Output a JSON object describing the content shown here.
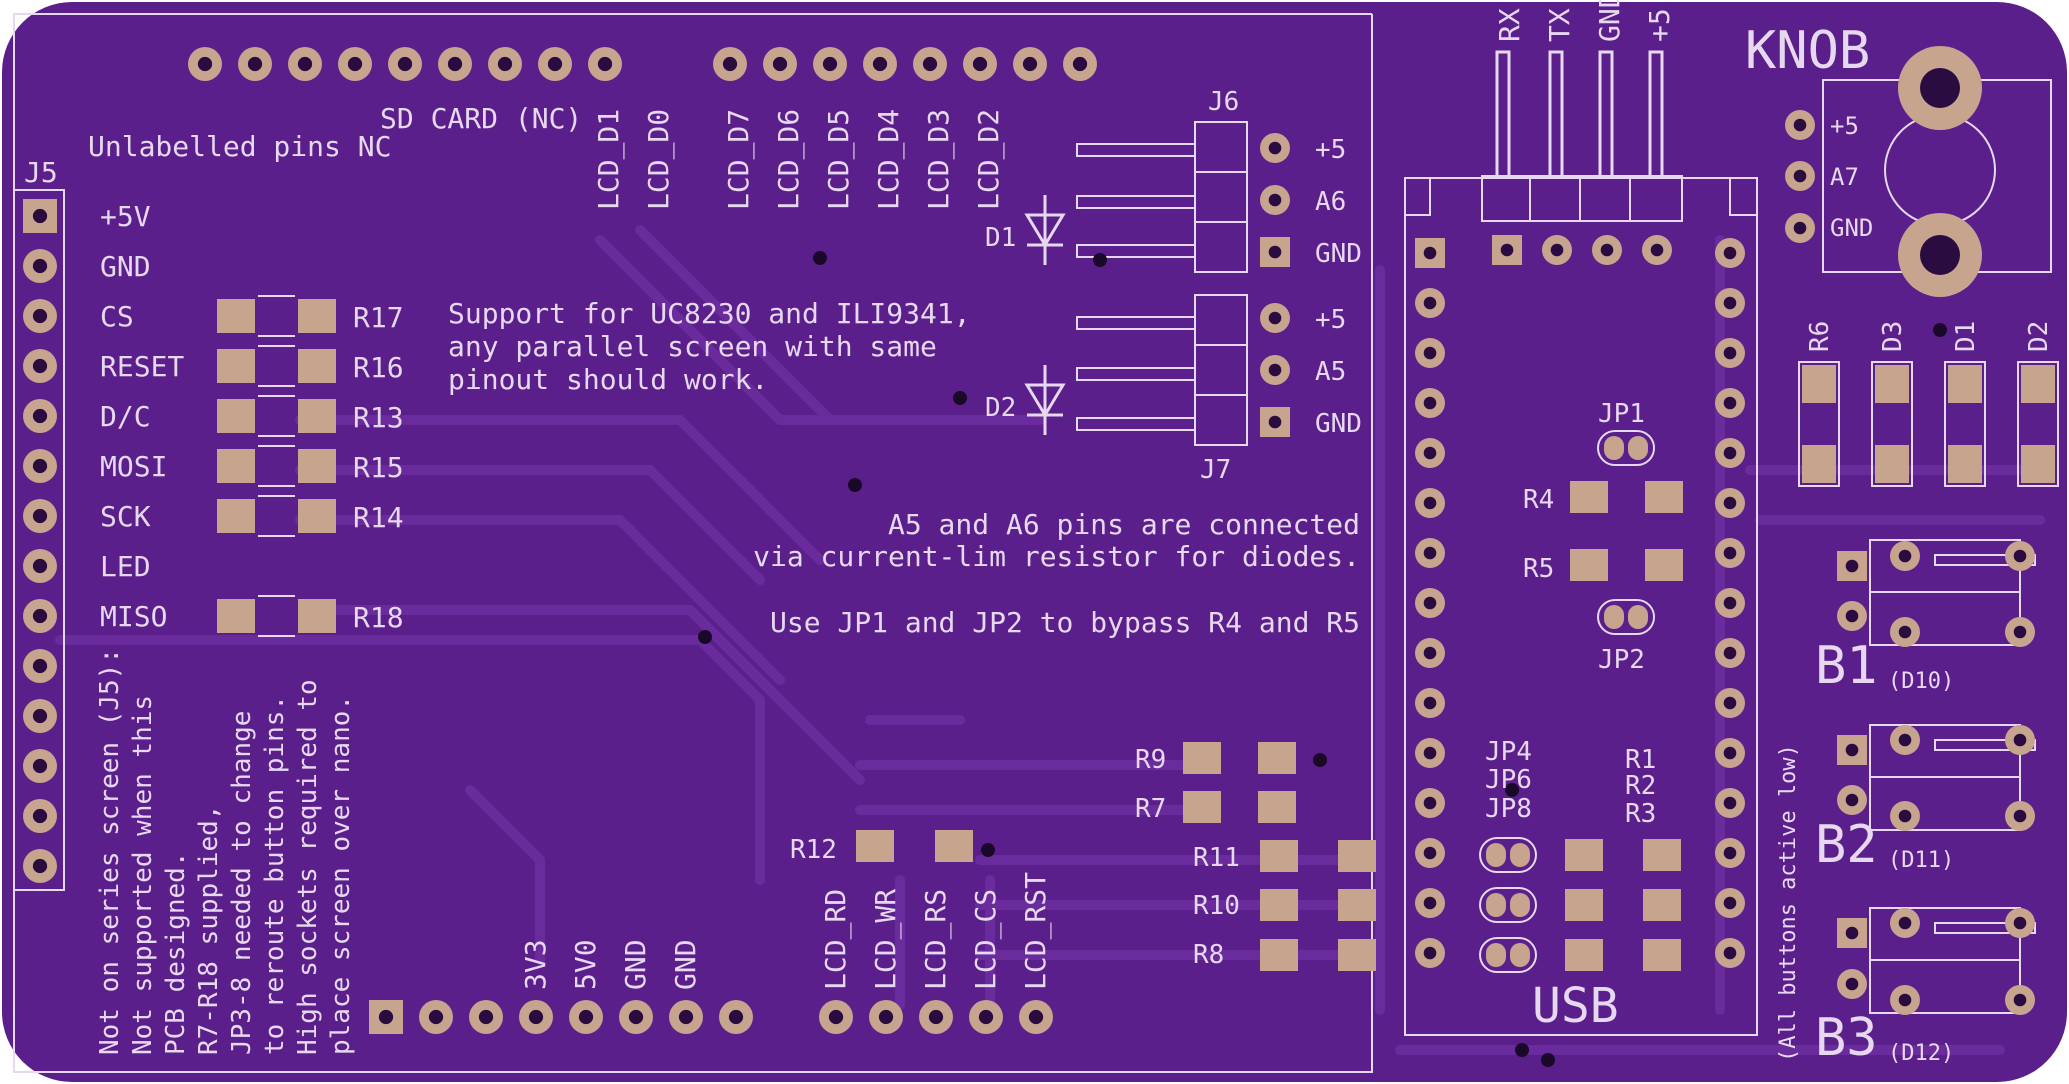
{
  "colors": {
    "board": "#5b1f8c",
    "board_light": "#6a2a9e",
    "trace": "#6a2c9c",
    "silk": "#e6d8ee",
    "pad": "#c7a48e",
    "hole": "#2a0c40"
  },
  "top_header": {
    "left_labels": [
      "LCD_D1",
      "LCD_D0"
    ],
    "right_labels": [
      "LCD_D7",
      "LCD_D6",
      "LCD_D5",
      "LCD_D4",
      "LCD_D3",
      "LCD_D2"
    ],
    "sd_card": "SD CARD (NC)",
    "note": "Unlabelled pins NC"
  },
  "j5": {
    "ref": "J5",
    "labels": [
      "+5V",
      "GND",
      "CS",
      "RESET",
      "D/C",
      "MOSI",
      "SCK",
      "LED",
      "MISO"
    ]
  },
  "resistors_left": [
    "R17",
    "R16",
    "R13",
    "R15",
    "R14",
    "R18"
  ],
  "support_text": [
    "Support for UC8230 and ILI9341,",
    "any parallel screen with same",
    "pinout should work."
  ],
  "diode_notes": [
    "A5 and A6 pins are connected",
    "via current-lim resistor for diodes."
  ],
  "bypass_note": "Use JP1 and JP2 to bypass R4 and R5",
  "j6": {
    "ref": "J6",
    "diode": "D1",
    "pins": [
      "+5",
      "A6",
      "GND"
    ]
  },
  "j7": {
    "ref": "J7",
    "diode": "D2",
    "pins": [
      "+5",
      "A5",
      "GND"
    ]
  },
  "serial": [
    "RX",
    "TX",
    "GND",
    "+5"
  ],
  "knob": {
    "title": "KNOB",
    "pins": [
      "+5",
      "A7",
      "GND"
    ]
  },
  "leds_right": [
    "R6",
    "D3",
    "D1",
    "D2"
  ],
  "jumpers": {
    "jp1": "JP1",
    "jp2": "JP2",
    "r4": "R4",
    "r5": "R5"
  },
  "jp_group": [
    "JP4",
    "JP6",
    "JP8"
  ],
  "r_group": [
    "R1",
    "R2",
    "R3"
  ],
  "resistors_mid": {
    "r9": "R9",
    "r7": "R7",
    "r11": "R11",
    "r10": "R10",
    "r8": "R8",
    "r12": "R12"
  },
  "usb": "USB",
  "bottom_power": [
    "3V3",
    "5V0",
    "GND",
    "GND"
  ],
  "bottom_lcd": [
    "LCD_RD",
    "LCD_WR",
    "LCD_RS",
    "LCD_CS",
    "LCD_RST"
  ],
  "buttons": [
    {
      "name": "B1",
      "pin": "(D10)"
    },
    {
      "name": "B2",
      "pin": "(D11)"
    },
    {
      "name": "B3",
      "pin": "(D12)"
    }
  ],
  "buttons_note": "(All buttons active low)",
  "side_notes": [
    "Not on series screen (J5):",
    "Not supported when this",
    "PCB designed.",
    "R7-R18 supplied,",
    "JP3-8 needed to change",
    "to reroute button pins.",
    "High sockets required to",
    "place screen over nano."
  ]
}
